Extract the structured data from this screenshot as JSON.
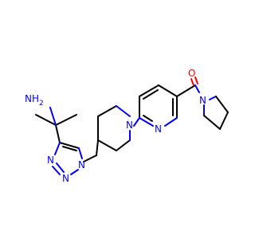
{
  "diagram": {
    "type": "chemical-structure",
    "colors": {
      "bond": "#000000",
      "nitrogen": "#0000ff",
      "oxygen": "#ff0000",
      "background": "#ffffff"
    },
    "atom_labels": {
      "amine_nh2": "NH2",
      "amine_n": "N",
      "amine_h": "H",
      "amine_sub": "2",
      "triazole_n1": "N",
      "triazole_n2": "N",
      "triazole_n3": "N",
      "piperidine_n": "N",
      "pyridine_n": "N",
      "pyrrolidine_n": "N",
      "carbonyl_o": "O"
    }
  }
}
